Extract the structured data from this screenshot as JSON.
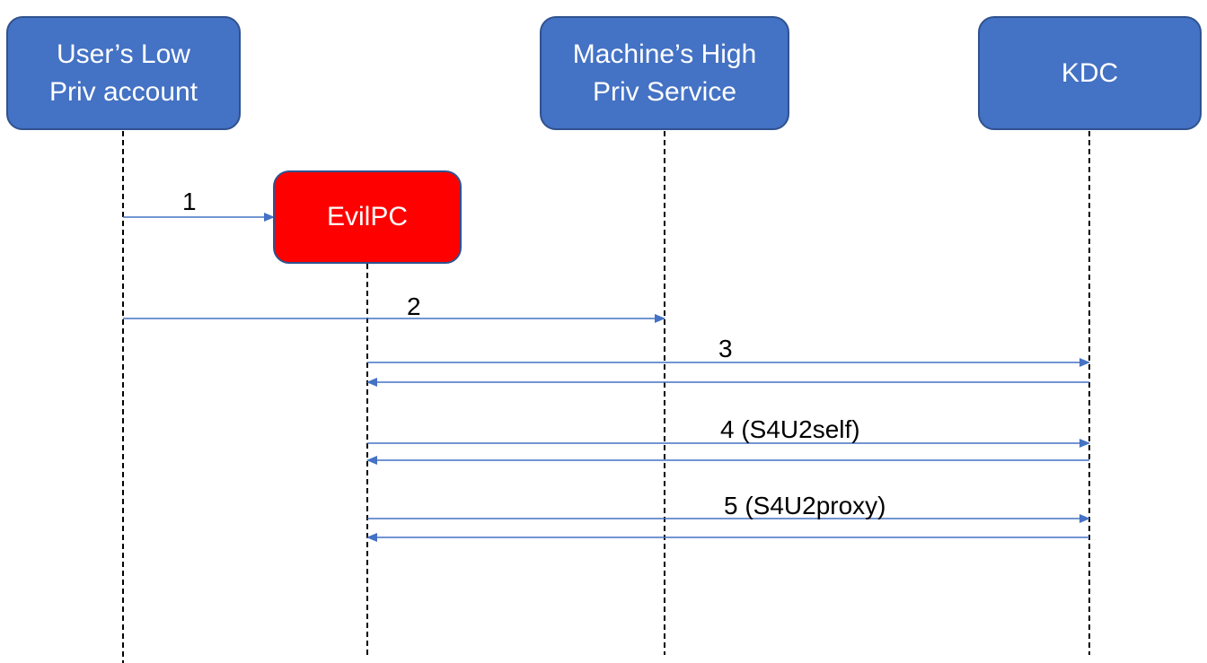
{
  "actors": [
    {
      "id": "user",
      "label": "User’s Low\nPriv account"
    },
    {
      "id": "evil",
      "label": "EvilPC"
    },
    {
      "id": "service",
      "label": "Machine’s High\nPriv Service"
    },
    {
      "id": "kdc",
      "label": "KDC"
    }
  ],
  "messages": [
    {
      "label": "1",
      "from": "user",
      "to": "evil"
    },
    {
      "label": "2",
      "from": "user",
      "to": "service"
    },
    {
      "label": "3",
      "from": "evil",
      "to": "kdc"
    },
    {
      "label": "",
      "from": "kdc",
      "to": "evil"
    },
    {
      "label": "4 (S4U2self)",
      "from": "evil",
      "to": "kdc"
    },
    {
      "label": "",
      "from": "kdc",
      "to": "evil"
    },
    {
      "label": "5 (S4U2proxy)",
      "from": "evil",
      "to": "kdc"
    },
    {
      "label": "",
      "from": "kdc",
      "to": "evil"
    }
  ],
  "colors": {
    "actor_fill": "#4472c4",
    "actor_border": "#2f528f",
    "evil_fill": "#ff0000",
    "arrow": "#4472c4",
    "lifeline": "#000000"
  }
}
